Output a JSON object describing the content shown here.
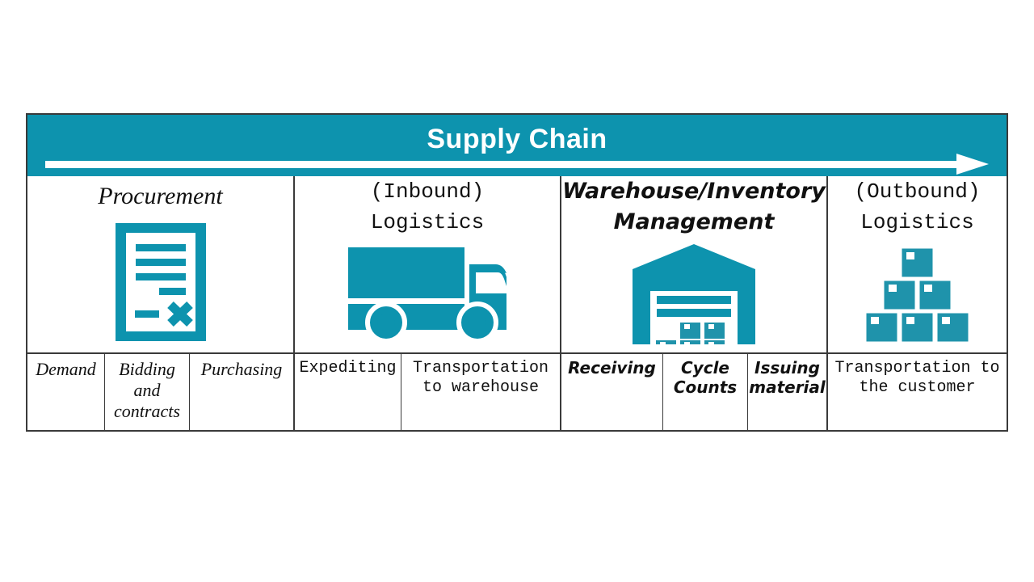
{
  "theme": {
    "accent": "#0d93ae",
    "border": "#3a3a3a",
    "text": "#111111",
    "banner_text": "#ffffff"
  },
  "banner": {
    "title": "Supply Chain",
    "arrow_icon": "right-arrow-icon"
  },
  "stages": [
    {
      "id": "procurement",
      "title": "Procurement",
      "icon": "contract-document-icon",
      "tasks": [
        {
          "id": "demand",
          "label": "Demand"
        },
        {
          "id": "bidding-and-contracts",
          "label": "Bidding and contracts"
        },
        {
          "id": "purchasing",
          "label": "Purchasing"
        }
      ]
    },
    {
      "id": "inbound-logistics",
      "title": "(Inbound) Logistics",
      "title_line1": "(Inbound)",
      "title_line2": "Logistics",
      "icon": "delivery-truck-icon",
      "tasks": [
        {
          "id": "expediting",
          "label": "Expediting"
        },
        {
          "id": "transportation-to-warehouse",
          "label": "Transportation to warehouse"
        }
      ]
    },
    {
      "id": "warehouse-inventory-management",
      "title": "Warehouse/Inventory Management",
      "title_line1": "Warehouse/Inventory",
      "title_line2": "Management",
      "icon": "warehouse-icon",
      "tasks": [
        {
          "id": "receiving",
          "label": "Receiving"
        },
        {
          "id": "cycle-counts",
          "label": "Cycle Counts"
        },
        {
          "id": "issuing-material",
          "label": "Issuing material"
        }
      ]
    },
    {
      "id": "outbound-logistics",
      "title": "(Outbound) Logistics",
      "title_line1": "(Outbound)",
      "title_line2": "Logistics",
      "icon": "stacked-boxes-icon",
      "tasks": [
        {
          "id": "transportation-to-the-customer",
          "label": "Transportation to the customer"
        }
      ]
    }
  ]
}
